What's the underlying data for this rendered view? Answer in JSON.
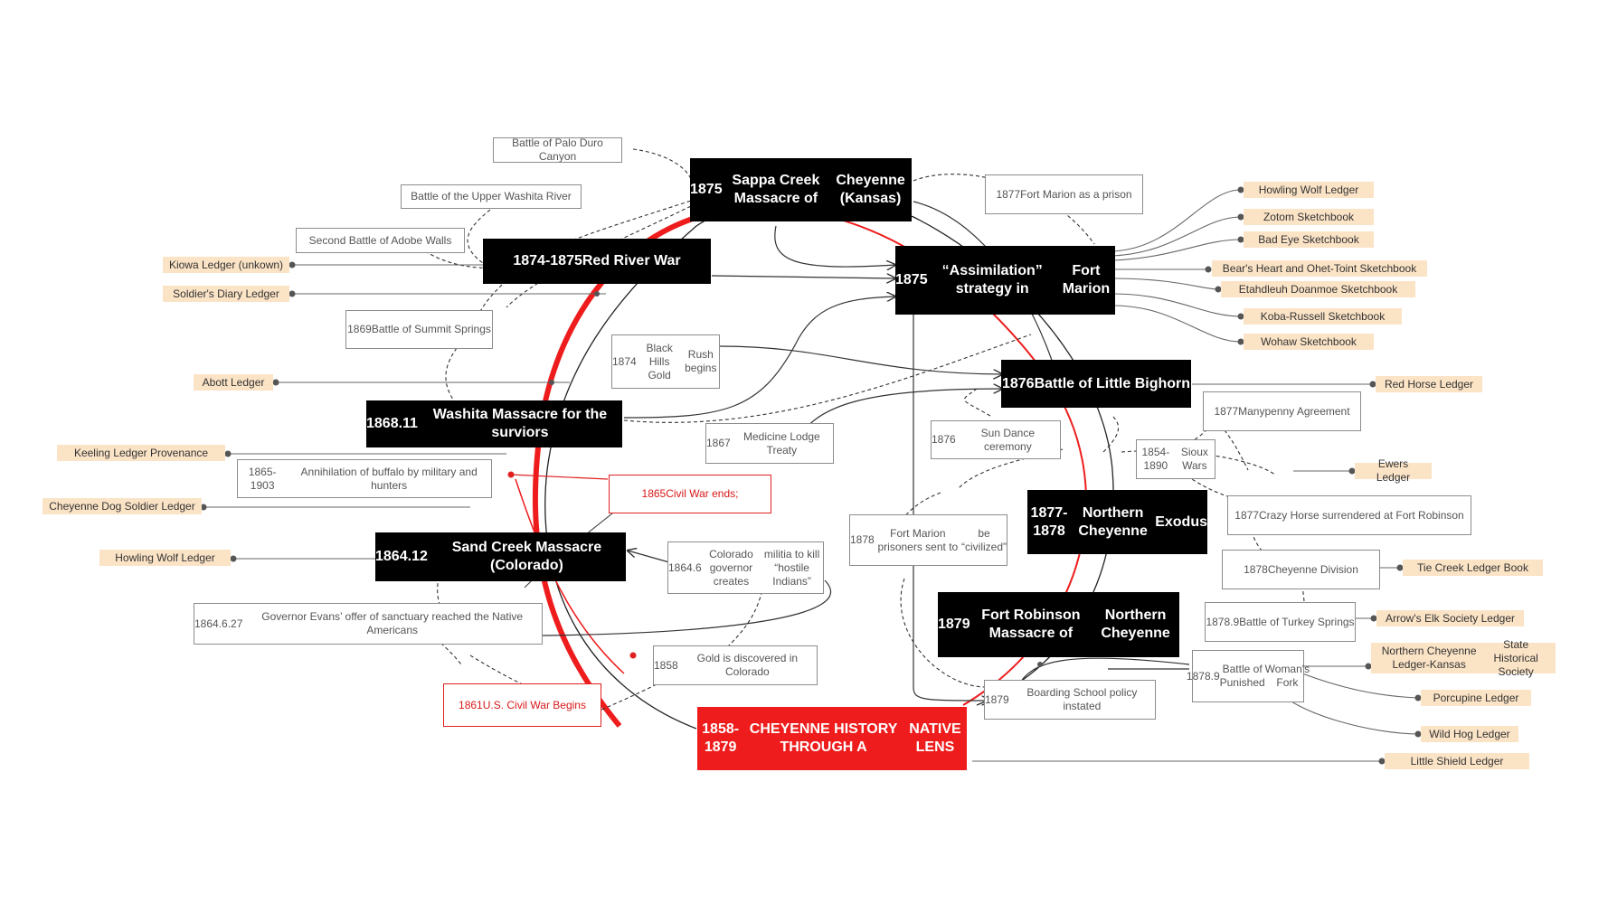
{
  "center": {
    "l1": "1858-1879",
    "l2": "CHEYENNE HISTORY THROUGH A",
    "l3": "NATIVE LENS"
  },
  "main": {
    "sappa": {
      "l1": "1875",
      "l2": "Sappa Creek Massacre of",
      "l3": "Cheyenne (Kansas)"
    },
    "redriver": {
      "l1": "1874-1875",
      "l2": "Red River War"
    },
    "assim": {
      "l1": "1875",
      "l2": "“Assimilation” strategy in",
      "l3": "Fort Marion"
    },
    "bighorn": {
      "l1": "1876",
      "l2": "Battle of Little Bighorn"
    },
    "washita": {
      "l1": "1868.11",
      "l2": "Washita Massacre for the surviors"
    },
    "exodus": {
      "l1": "1877-1878",
      "l2": "Northern Cheyenne",
      "l3": "Exodus"
    },
    "sandcreek": {
      "l1": "1864.12",
      "l2": "Sand Creek Massacre (Colorado)"
    },
    "robinson": {
      "l1": "1879",
      "l2": "Fort Robinson Massacre of",
      "l3": "Northern Cheyenne"
    }
  },
  "events": {
    "paloduro": "Battle of Palo Duro Canyon",
    "upperwashita": "Battle of the Upper Washita River",
    "adobewalls": "Second Battle of Adobe Walls",
    "summit": {
      "l1": "1869",
      "l2": "Battle of Summit Springs"
    },
    "blackhills": {
      "l1": "1874",
      "l2": "Black Hills Gold",
      "l3": "Rush begins"
    },
    "medicine": {
      "l1": "1867",
      "l2": "Medicine Lodge Treaty"
    },
    "buffalo": {
      "l1": "1865-1903",
      "l2": "Annihilation of buffalo by military and hunters"
    },
    "colgov": {
      "l1": "1864.6",
      "l2": "Colorado governor creates",
      "l3": "militia to kill “hostile Indians”"
    },
    "evans": {
      "l1": "1864.6.27",
      "l2": "Governor Evans’  offer of sanctuary reached the Native Americans"
    },
    "gold": {
      "l1": "1858",
      "l2": "Gold is discovered in Colorado"
    },
    "fmprison": {
      "l1": "1877",
      "l2": "Fort Marion as a prison"
    },
    "sundance": {
      "l1": "1876",
      "l2": "Sun Dance ceremony"
    },
    "manypenny": {
      "l1": "1877",
      "l2": "Manypenny Agreement"
    },
    "sioux": {
      "l1": "1854-1890",
      "l2": "Sioux Wars"
    },
    "civilized": {
      "l1": "1878",
      "l2": "Fort Marion prisoners sent to",
      "l3": "be “civilized”"
    },
    "crazyhorse": {
      "l1": "1877",
      "l2": "Crazy Horse surrendered at Fort Robinson"
    },
    "division": {
      "l1": "1878",
      "l2": "Cheyenne Division"
    },
    "turkey": {
      "l1": "1878.9",
      "l2": "Battle of Turkey Springs"
    },
    "punished": {
      "l1": "1878.9",
      "l2": "Battle of Punished",
      "l3": "Woman's Fork"
    },
    "boarding": {
      "l1": "1879",
      "l2": "Boarding School policy instated"
    }
  },
  "red_events": {
    "civilwarends": {
      "l1": "1865",
      "l2": "Civil War ends;"
    },
    "civilwarbegins": {
      "l1": "1861",
      "l2": "U.S. Civil War Begins"
    }
  },
  "ledgers": {
    "kiowa": "Kiowa Ledger (unkown)",
    "soldier": "Soldier's Diary Ledger",
    "abott": "Abott Ledger",
    "keeling": "Keeling Ledger Provenance",
    "dogsoldier": "Cheyenne Dog Soldier Ledger",
    "howlingwolf_left": "Howling Wolf Ledger",
    "howlingwolf_right": "Howling Wolf Ledger",
    "zotom": "Zotom Sketchbook",
    "badeye": "Bad Eye Sketchbook",
    "bearsheart": "Bear's Heart and Ohet-Toint Sketchbook",
    "etahdleuh": "Etahdleuh Doanmoe Sketchbook",
    "koba": "Koba-Russell Sketchbook",
    "wohaw": "Wohaw Sketchbook",
    "redhorse": "Red Horse Ledger",
    "ewers": "Ewers Ledger",
    "tiecreek": "Tie Creek Ledger Book",
    "arrowselk": "Arrow's Elk Society Ledger",
    "nckansas": {
      "l1": "Northern Cheyenne Ledger-Kansas",
      "l2": "State Historical Society"
    },
    "porcupine": "Porcupine Ledger",
    "wildhog": "Wild Hog Ledger",
    "littleshield": "Little Shield Ledger"
  },
  "colors": {
    "accent_red": "#ee1c1c",
    "ledger_fill": "#fbe3c6",
    "main_fill": "#000000"
  }
}
